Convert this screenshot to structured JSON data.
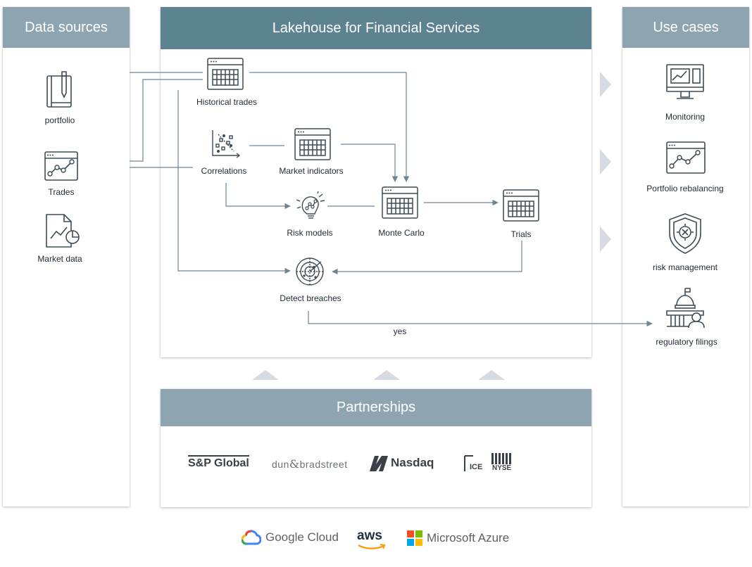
{
  "colors": {
    "header_dark": "#5d8391",
    "header_light": "#8fa4b1",
    "line": "#6e8594",
    "icon": "#3e4b55",
    "chevron": "#d5dbe0"
  },
  "data_sources": {
    "title": "Data sources",
    "items": [
      {
        "label": "portfolio",
        "icon": "book-pencil-icon"
      },
      {
        "label": "Trades",
        "icon": "line-chart-window-icon"
      },
      {
        "label": "Market data",
        "icon": "document-chart-icon"
      }
    ]
  },
  "lakehouse": {
    "title": "Lakehouse for Financial Services",
    "nodes": {
      "historical_trades": "Historical trades",
      "correlations": "Correlations",
      "market_indicators": "Market indicators",
      "risk_models": "Risk models",
      "monte_carlo": "Monte Carlo",
      "trials": "Trials",
      "detect_breaches": "Detect breaches"
    },
    "edge_label_yes": "yes"
  },
  "use_cases": {
    "title": "Use cases",
    "items": [
      {
        "label": "Monitoring",
        "icon": "monitor-chart-icon"
      },
      {
        "label": "Portfolio rebalancing",
        "icon": "line-chart-window-icon"
      },
      {
        "label": "risk management",
        "icon": "shield-icon"
      },
      {
        "label": "regulatory filings",
        "icon": "government-building-icon"
      }
    ]
  },
  "partnerships": {
    "title": "Partnerships",
    "logos": {
      "sp": "S&P Global",
      "dnb_a": "dun",
      "dnb_amp": "&",
      "dnb_b": "bradstreet",
      "nasdaq": "Nasdaq",
      "ice": "ICE",
      "nyse": "NYSE"
    }
  },
  "clouds": {
    "google": "Google Cloud",
    "aws": "aws",
    "azure": "Microsoft Azure"
  }
}
